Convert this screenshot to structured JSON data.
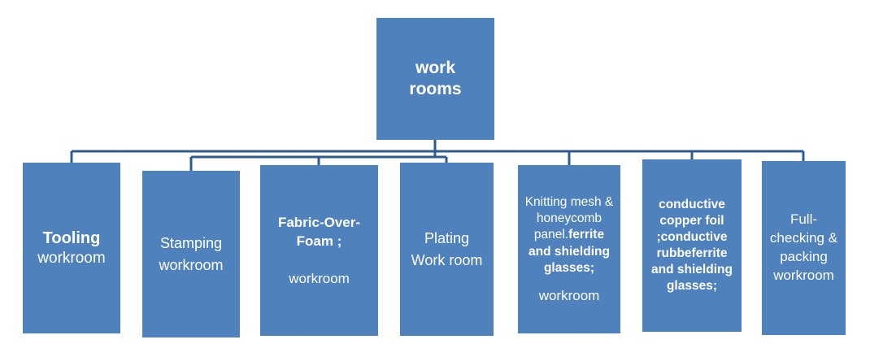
{
  "colors": {
    "box_fill": "#4f81bd",
    "connector": "#2f5c8f",
    "text": "#ffffff"
  },
  "diagram": {
    "root": {
      "label": "work rooms"
    },
    "children": [
      {
        "name": "tooling",
        "title": "Tooling",
        "subtitle": "workroom"
      },
      {
        "name": "stamping",
        "line1": "Stamping",
        "line2": "workroom"
      },
      {
        "name": "fabric-over-foam",
        "title": "Fabric-Over-Foam ;",
        "subtitle": "workroom"
      },
      {
        "name": "plating",
        "line1": "Plating",
        "line2": "Work room"
      },
      {
        "name": "knitting",
        "text_normal": "Knitting mesh & honeycomb panel.",
        "text_bold": "ferrite and shielding glasses;",
        "footer": "workroom"
      },
      {
        "name": "conductive",
        "text": "conductive copper foil ;conductive rubbeferrite and shielding glasses;"
      },
      {
        "name": "full-checking",
        "text": "Full-checking & packing workroom"
      }
    ]
  }
}
